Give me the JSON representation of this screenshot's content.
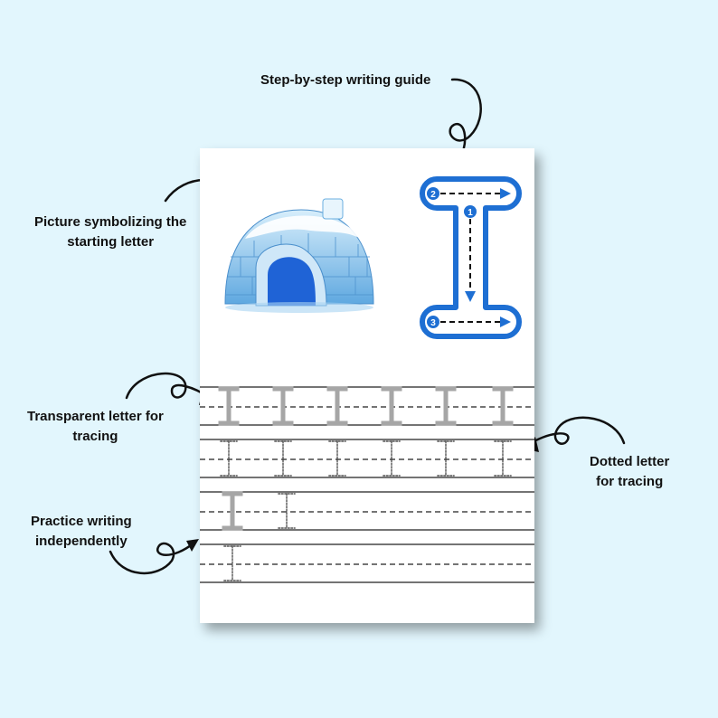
{
  "callouts": {
    "guide": "Step-by-step writing guide",
    "picture_line1": "Picture symbolizing the",
    "picture_line2": "starting letter",
    "transparent_line1": "Transparent letter for",
    "transparent_line2": "tracing",
    "dotted_line1": "Dotted letter",
    "dotted_line2": "for tracing",
    "practice_line1": "Practice writing",
    "practice_line2": "independently"
  },
  "worksheet": {
    "letter": "I",
    "stroke_numbers": [
      "1",
      "2",
      "3"
    ],
    "transparent_count": 6,
    "dotted_count": 6,
    "colors": {
      "guide_blue": "#1e6fd3",
      "trace_gray": "#a6a6a6",
      "background": "#e2f6fd"
    }
  }
}
